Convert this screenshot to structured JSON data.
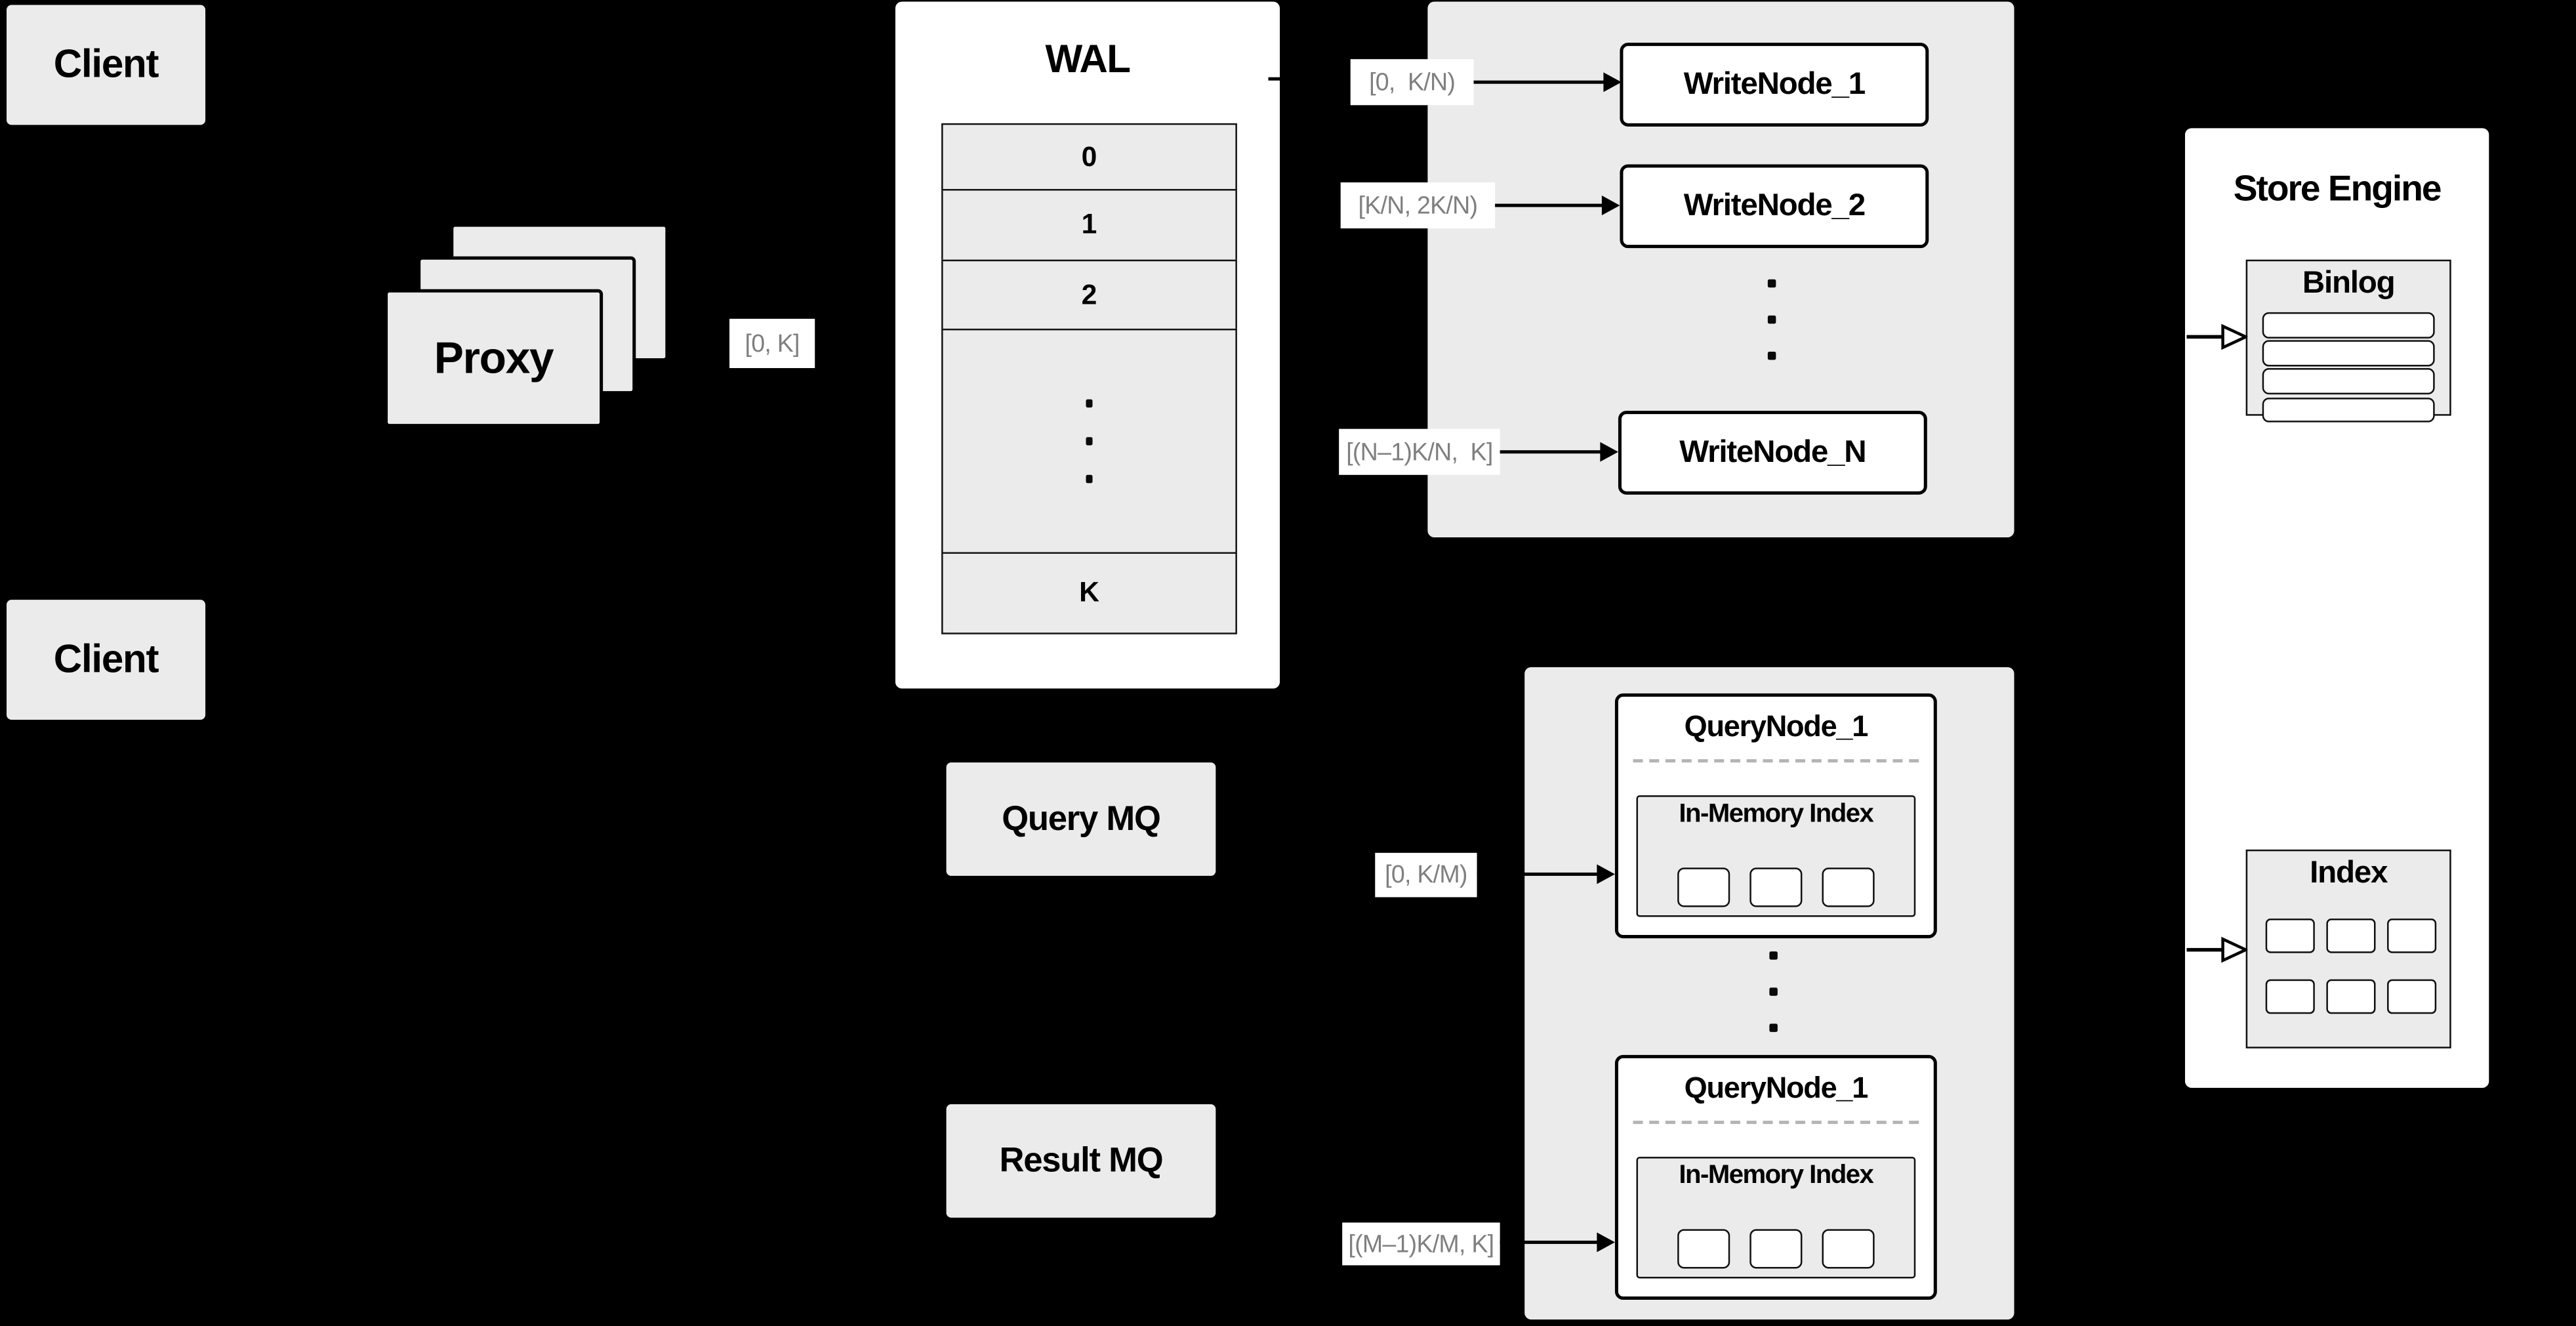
{
  "clients": {
    "top": "Client",
    "bottom": "Client"
  },
  "proxy": {
    "label": "Proxy"
  },
  "wal": {
    "title": "WAL",
    "rows": [
      "0",
      "1",
      "2"
    ],
    "bottom_row": "K"
  },
  "edge_labels": {
    "proxy_to_wal": "[0, K]",
    "to_writenode_1": "[0,  K/N)",
    "to_writenode_2": "[K/N, 2K/N)",
    "to_writenode_n": "[(N–1)K/N,  K]",
    "to_querynode_1": "[0, K/M)",
    "to_querynode_m": "[(M–1)K/M, K]"
  },
  "write_nodes": {
    "node_1": "WriteNode_1",
    "node_2": "WriteNode_2",
    "node_n": "WriteNode_N"
  },
  "store_engine": {
    "title": "Store Engine",
    "binlog_title": "Binlog",
    "index_title": "Index"
  },
  "mq": {
    "query": "Query MQ",
    "result": "Result MQ"
  },
  "query_nodes": {
    "node_1": {
      "title": "QueryNode_1",
      "inner_title": "In-Memory Index"
    },
    "node_m": {
      "title": "QueryNode_1",
      "inner_title": "In-Memory Index"
    }
  },
  "colors": {
    "background": "#000000",
    "box_fill": "#ebebeb",
    "node_fill": "#ffffff",
    "border": "#000000",
    "label_text": "#7f7f7f"
  }
}
